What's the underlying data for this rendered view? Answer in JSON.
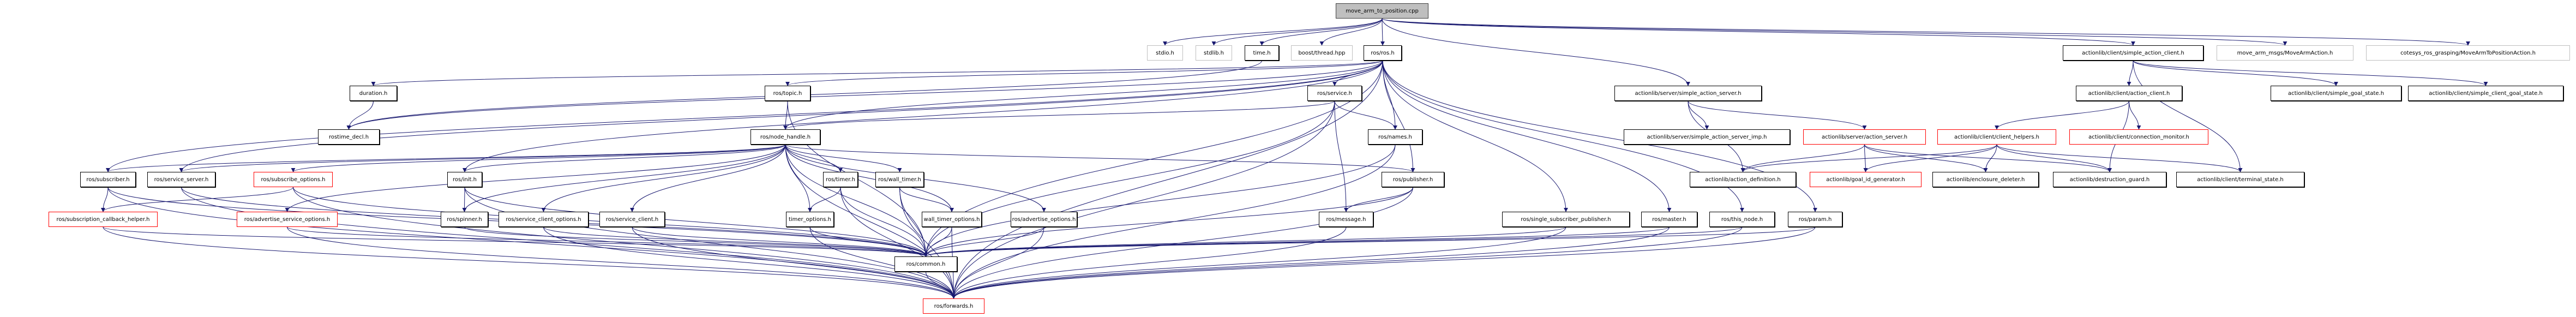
{
  "title": "move_arm_to_position.cpp include dependency graph",
  "colors": {
    "edge": "#191970",
    "node_border": "#000000",
    "missing_border": "#ff0000",
    "external_border": "#bfbfbf",
    "root_fill": "#bfbfbf"
  },
  "nodes": [
    {
      "id": "root",
      "label": "move_arm_to_position.cpp",
      "kind": "root"
    },
    {
      "id": "stdio",
      "label": "stdio.h",
      "kind": "ext"
    },
    {
      "id": "stdlib",
      "label": "stdlib.h",
      "kind": "ext"
    },
    {
      "id": "time",
      "label": "time.h",
      "kind": "normal"
    },
    {
      "id": "boost_thread",
      "label": "boost/thread.hpp",
      "kind": "ext"
    },
    {
      "id": "ros_ros",
      "label": "ros/ros.h",
      "kind": "normal"
    },
    {
      "id": "sac",
      "label": "actionlib/client/simple_action_client.h",
      "kind": "normal"
    },
    {
      "id": "movearm",
      "label": "move_arm_msgs/MoveArmAction.h",
      "kind": "ext"
    },
    {
      "id": "cotesys",
      "label": "cotesys_ros_grasping/MoveArmToPositionAction.h",
      "kind": "ext"
    },
    {
      "id": "duration",
      "label": "duration.h",
      "kind": "normal"
    },
    {
      "id": "rostime_decl",
      "label": "rostime_decl.h",
      "kind": "normal"
    },
    {
      "id": "topic",
      "label": "ros/topic.h",
      "kind": "normal"
    },
    {
      "id": "node_handle",
      "label": "ros/node_handle.h",
      "kind": "normal"
    },
    {
      "id": "service",
      "label": "ros/service.h",
      "kind": "normal"
    },
    {
      "id": "names",
      "label": "ros/names.h",
      "kind": "normal"
    },
    {
      "id": "sas",
      "label": "actionlib/server/simple_action_server.h",
      "kind": "normal"
    },
    {
      "id": "action_client",
      "label": "actionlib/client/action_client.h",
      "kind": "normal"
    },
    {
      "id": "simple_goal_state",
      "label": "actionlib/client/simple_goal_state.h",
      "kind": "normal"
    },
    {
      "id": "simple_client_goal_state",
      "label": "actionlib/client/simple_client_goal_state.h",
      "kind": "normal"
    },
    {
      "id": "sas_imp",
      "label": "actionlib/server/simple_action_server_imp.h",
      "kind": "normal"
    },
    {
      "id": "action_server",
      "label": "actionlib/server/action_server.h",
      "kind": "red"
    },
    {
      "id": "client_helpers",
      "label": "actionlib/client/client_helpers.h",
      "kind": "red"
    },
    {
      "id": "connection_monitor",
      "label": "actionlib/client/connection_monitor.h",
      "kind": "red"
    },
    {
      "id": "action_definition",
      "label": "actionlib/action_definition.h",
      "kind": "normal"
    },
    {
      "id": "goal_id_generator",
      "label": "actionlib/goal_id_generator.h",
      "kind": "red"
    },
    {
      "id": "enclosure_deleter",
      "label": "actionlib/enclosure_deleter.h",
      "kind": "normal"
    },
    {
      "id": "destruction_guard",
      "label": "actionlib/destruction_guard.h",
      "kind": "normal"
    },
    {
      "id": "terminal_state",
      "label": "actionlib/client/terminal_state.h",
      "kind": "normal"
    },
    {
      "id": "subscriber",
      "label": "ros/subscriber.h",
      "kind": "normal"
    },
    {
      "id": "service_server",
      "label": "ros/service_server.h",
      "kind": "normal"
    },
    {
      "id": "subscribe_options",
      "label": "ros/subscribe_options.h",
      "kind": "red"
    },
    {
      "id": "init",
      "label": "ros/init.h",
      "kind": "normal"
    },
    {
      "id": "timer",
      "label": "ros/timer.h",
      "kind": "normal"
    },
    {
      "id": "wall_timer",
      "label": "ros/wall_timer.h",
      "kind": "normal"
    },
    {
      "id": "publisher",
      "label": "ros/publisher.h",
      "kind": "normal"
    },
    {
      "id": "sub_cb_helper",
      "label": "ros/subscription_callback_helper.h",
      "kind": "red"
    },
    {
      "id": "adv_srv_opts",
      "label": "ros/advertise_service_options.h",
      "kind": "red"
    },
    {
      "id": "spinner",
      "label": "ros/spinner.h",
      "kind": "normal"
    },
    {
      "id": "srv_client_opts",
      "label": "ros/service_client_options.h",
      "kind": "normal"
    },
    {
      "id": "service_client",
      "label": "ros/service_client.h",
      "kind": "normal"
    },
    {
      "id": "timer_options",
      "label": "timer_options.h",
      "kind": "normal"
    },
    {
      "id": "wall_timer_options",
      "label": "wall_timer_options.h",
      "kind": "normal"
    },
    {
      "id": "advertise_options",
      "label": "ros/advertise_options.h",
      "kind": "normal"
    },
    {
      "id": "message",
      "label": "ros/message.h",
      "kind": "normal"
    },
    {
      "id": "ssp",
      "label": "ros/single_subscriber_publisher.h",
      "kind": "normal"
    },
    {
      "id": "master",
      "label": "ros/master.h",
      "kind": "normal"
    },
    {
      "id": "this_node",
      "label": "ros/this_node.h",
      "kind": "normal"
    },
    {
      "id": "param",
      "label": "ros/param.h",
      "kind": "normal"
    },
    {
      "id": "common",
      "label": "ros/common.h",
      "kind": "normal"
    },
    {
      "id": "forwards",
      "label": "ros/forwards.h",
      "kind": "red"
    }
  ],
  "edges": [
    [
      "root",
      "stdio"
    ],
    [
      "root",
      "stdlib"
    ],
    [
      "root",
      "time"
    ],
    [
      "root",
      "boost_thread"
    ],
    [
      "root",
      "ros_ros"
    ],
    [
      "root",
      "sac"
    ],
    [
      "root",
      "movearm"
    ],
    [
      "root",
      "cotesys"
    ],
    [
      "root",
      "sas"
    ],
    [
      "time",
      "rostime_decl"
    ],
    [
      "ros_ros",
      "duration"
    ],
    [
      "ros_ros",
      "rostime_decl"
    ],
    [
      "ros_ros",
      "topic"
    ],
    [
      "ros_ros",
      "node_handle"
    ],
    [
      "ros_ros",
      "service"
    ],
    [
      "ros_ros",
      "names"
    ],
    [
      "ros_ros",
      "subscriber"
    ],
    [
      "ros_ros",
      "service_server"
    ],
    [
      "ros_ros",
      "init"
    ],
    [
      "ros_ros",
      "publisher"
    ],
    [
      "ros_ros",
      "ssp"
    ],
    [
      "ros_ros",
      "master"
    ],
    [
      "ros_ros",
      "this_node"
    ],
    [
      "ros_ros",
      "param"
    ],
    [
      "ros_ros",
      "common"
    ],
    [
      "ros_ros",
      "forwards"
    ],
    [
      "duration",
      "rostime_decl"
    ],
    [
      "topic",
      "node_handle"
    ],
    [
      "topic",
      "common"
    ],
    [
      "service",
      "node_handle"
    ],
    [
      "service",
      "names"
    ],
    [
      "service",
      "common"
    ],
    [
      "service",
      "forwards"
    ],
    [
      "service",
      "message"
    ],
    [
      "names",
      "common"
    ],
    [
      "names",
      "forwards"
    ],
    [
      "node_handle",
      "subscriber"
    ],
    [
      "node_handle",
      "service_server"
    ],
    [
      "node_handle",
      "subscribe_options"
    ],
    [
      "node_handle",
      "init"
    ],
    [
      "node_handle",
      "timer"
    ],
    [
      "node_handle",
      "wall_timer"
    ],
    [
      "node_handle",
      "publisher"
    ],
    [
      "node_handle",
      "adv_srv_opts"
    ],
    [
      "node_handle",
      "spinner"
    ],
    [
      "node_handle",
      "srv_client_opts"
    ],
    [
      "node_handle",
      "service_client"
    ],
    [
      "node_handle",
      "timer_options"
    ],
    [
      "node_handle",
      "wall_timer_options"
    ],
    [
      "node_handle",
      "advertise_options"
    ],
    [
      "node_handle",
      "common"
    ],
    [
      "node_handle",
      "forwards"
    ],
    [
      "subscriber",
      "sub_cb_helper"
    ],
    [
      "subscriber",
      "common"
    ],
    [
      "subscriber",
      "forwards"
    ],
    [
      "service_server",
      "common"
    ],
    [
      "service_server",
      "forwards"
    ],
    [
      "subscribe_options",
      "sub_cb_helper"
    ],
    [
      "subscribe_options",
      "common"
    ],
    [
      "subscribe_options",
      "forwards"
    ],
    [
      "init",
      "spinner"
    ],
    [
      "init",
      "common"
    ],
    [
      "init",
      "forwards"
    ],
    [
      "timer",
      "timer_options"
    ],
    [
      "timer",
      "common"
    ],
    [
      "timer",
      "forwards"
    ],
    [
      "wall_timer",
      "wall_timer_options"
    ],
    [
      "wall_timer",
      "common"
    ],
    [
      "wall_timer",
      "forwards"
    ],
    [
      "publisher",
      "message"
    ],
    [
      "publisher",
      "common"
    ],
    [
      "publisher",
      "forwards"
    ],
    [
      "sub_cb_helper",
      "common"
    ],
    [
      "sub_cb_helper",
      "forwards"
    ],
    [
      "adv_srv_opts",
      "common"
    ],
    [
      "adv_srv_opts",
      "forwards"
    ],
    [
      "spinner",
      "common"
    ],
    [
      "srv_client_opts",
      "common"
    ],
    [
      "srv_client_opts",
      "forwards"
    ],
    [
      "service_client",
      "common"
    ],
    [
      "service_client",
      "forwards"
    ],
    [
      "timer_options",
      "common"
    ],
    [
      "timer_options",
      "forwards"
    ],
    [
      "wall_timer_options",
      "common"
    ],
    [
      "wall_timer_options",
      "forwards"
    ],
    [
      "advertise_options",
      "common"
    ],
    [
      "advertise_options",
      "forwards"
    ],
    [
      "message",
      "forwards"
    ],
    [
      "ssp",
      "common"
    ],
    [
      "ssp",
      "forwards"
    ],
    [
      "master",
      "common"
    ],
    [
      "master",
      "forwards"
    ],
    [
      "this_node",
      "common"
    ],
    [
      "this_node",
      "forwards"
    ],
    [
      "param",
      "common"
    ],
    [
      "param",
      "forwards"
    ],
    [
      "common",
      "forwards"
    ],
    [
      "sas",
      "sas_imp"
    ],
    [
      "sas",
      "action_server"
    ],
    [
      "sas",
      "action_definition"
    ],
    [
      "sac",
      "action_client"
    ],
    [
      "sac",
      "simple_goal_state"
    ],
    [
      "sac",
      "simple_client_goal_state"
    ],
    [
      "sac",
      "terminal_state"
    ],
    [
      "action_client",
      "client_helpers"
    ],
    [
      "action_client",
      "connection_monitor"
    ],
    [
      "action_client",
      "destruction_guard"
    ],
    [
      "action_server",
      "action_definition"
    ],
    [
      "action_server",
      "goal_id_generator"
    ],
    [
      "action_server",
      "enclosure_deleter"
    ],
    [
      "action_server",
      "destruction_guard"
    ],
    [
      "client_helpers",
      "action_definition"
    ],
    [
      "client_helpers",
      "goal_id_generator"
    ],
    [
      "client_helpers",
      "enclosure_deleter"
    ],
    [
      "client_helpers",
      "destruction_guard"
    ],
    [
      "client_helpers",
      "terminal_state"
    ]
  ]
}
